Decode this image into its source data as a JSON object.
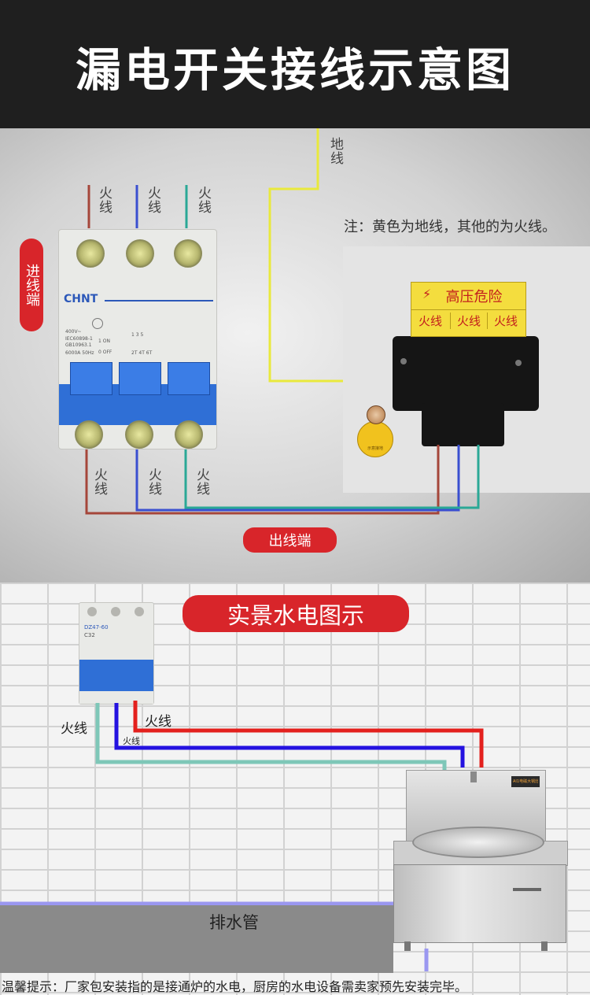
{
  "header": {
    "title": "漏电开关接线示意图"
  },
  "top_diagram": {
    "ground_label": "地线",
    "in_labels": [
      "火线",
      "火线",
      "火线"
    ],
    "out_labels": [
      "火线",
      "火线",
      "火线"
    ],
    "input_side_label": "进线端",
    "output_side_label": "出线端",
    "note": "注：黄色为地线，其他的为火线。",
    "breaker_brand": "CHNT",
    "breaker_specs": [
      "400V~",
      "IEC60898-1",
      "GB10963.1",
      "6000A  50Hz"
    ],
    "breaker_on": "1 ON",
    "breaker_off": "0 OFF",
    "breaker_terminals_top": "1 3 5",
    "breaker_terminals_bottom": "2T 4T 6T",
    "warning_title": "高压危险",
    "warning_cells": [
      "火线",
      "火线",
      "火线"
    ],
    "ground_symbol_label": "示意接地"
  },
  "bottom_diagram": {
    "section_title": "实景水电图示",
    "breaker_model": "DZ47-60",
    "breaker_rating": "C32",
    "wire_labels": [
      "火线",
      "火线",
      "火线"
    ],
    "drain_label": "排水管",
    "stove_panel_text": "AI1电磁大锅灶",
    "caption": "温馨提示：厂家包安装指的是接通炉的水电，厨房的水电设备需卖家预先安装完毕。"
  },
  "colors": {
    "header_bg": "#1f1f1f",
    "accent_red": "#d8252a",
    "ground_yellow": "#e9e93c",
    "wire_brown": "#a5463a",
    "wire_blue": "#3a4fd0",
    "wire_teal": "#2aa896",
    "bottom_red": "#e3201d",
    "bottom_blue": "#2412e0",
    "bottom_teal": "#7ec7b8",
    "drain_purple": "#9a97f0"
  }
}
